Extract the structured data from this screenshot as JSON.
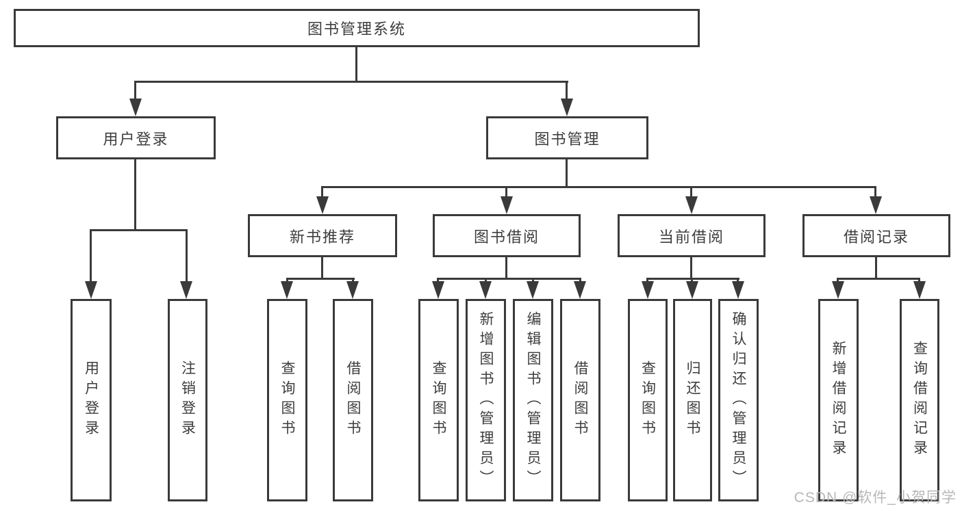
{
  "colors": {
    "line": "#3a3a3a",
    "text": "#3d3d3d",
    "watermark": "#b7b7b7",
    "background": "#ffffff"
  },
  "tree": {
    "root": {
      "label": "图书管理系统",
      "children": [
        {
          "label": "用户登录",
          "children": [
            {
              "label": "用户登录"
            },
            {
              "label": "注销登录"
            }
          ]
        },
        {
          "label": "图书管理",
          "children": [
            {
              "label": "新书推荐",
              "children": [
                {
                  "label": "查询图书"
                },
                {
                  "label": "借阅图书"
                }
              ]
            },
            {
              "label": "图书借阅",
              "children": [
                {
                  "label": "查询图书"
                },
                {
                  "label": "新增图书（管理员）"
                },
                {
                  "label": "编辑图书（管理员）"
                },
                {
                  "label": "借阅图书"
                }
              ]
            },
            {
              "label": "当前借阅",
              "children": [
                {
                  "label": "查询图书"
                },
                {
                  "label": "归还图书"
                },
                {
                  "label": "确认归还（管理员）"
                }
              ]
            },
            {
              "label": "借阅记录",
              "children": [
                {
                  "label": "新增借阅记录"
                },
                {
                  "label": "查询借阅记录"
                }
              ]
            }
          ]
        }
      ]
    }
  },
  "watermark": "CSDN @软件_小贺同学"
}
